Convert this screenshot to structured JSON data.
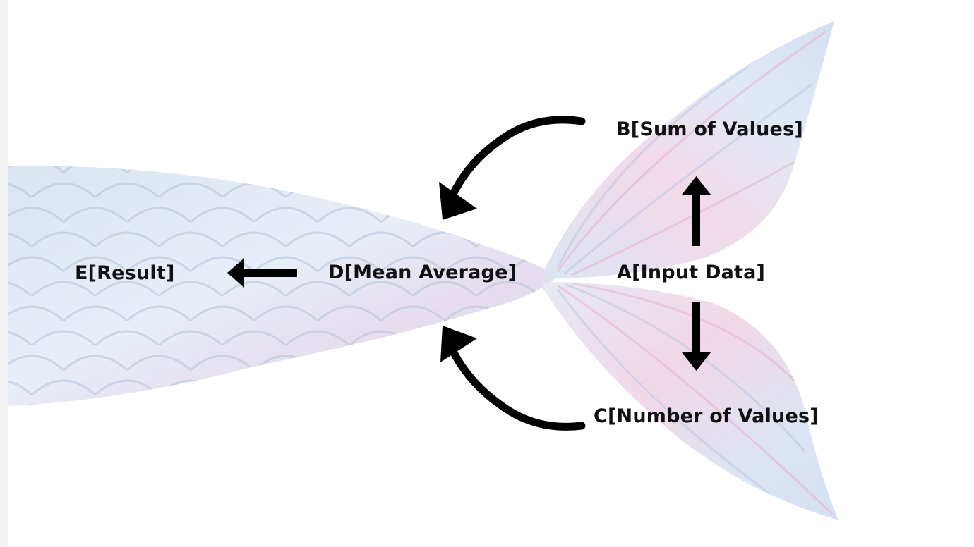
{
  "nodes": {
    "a": "A[Input Data]",
    "b": "B[Sum of Values]",
    "c": "C[Number of Values]",
    "d": "D[Mean Average]",
    "e": "E[Result]"
  },
  "edges": [
    {
      "from": "A",
      "to": "B"
    },
    {
      "from": "A",
      "to": "C"
    },
    {
      "from": "B",
      "to": "D"
    },
    {
      "from": "C",
      "to": "D"
    },
    {
      "from": "D",
      "to": "E"
    }
  ],
  "colors": {
    "arrow": "#000000",
    "text": "#111111",
    "scale_fill": "#dfe7f3",
    "scale_line": "#b5c2d8",
    "fin_blue": "#cfd9ee",
    "fin_pink": "#f3cfe0"
  },
  "icons": {
    "background": "mermaid-tail-illustration"
  }
}
